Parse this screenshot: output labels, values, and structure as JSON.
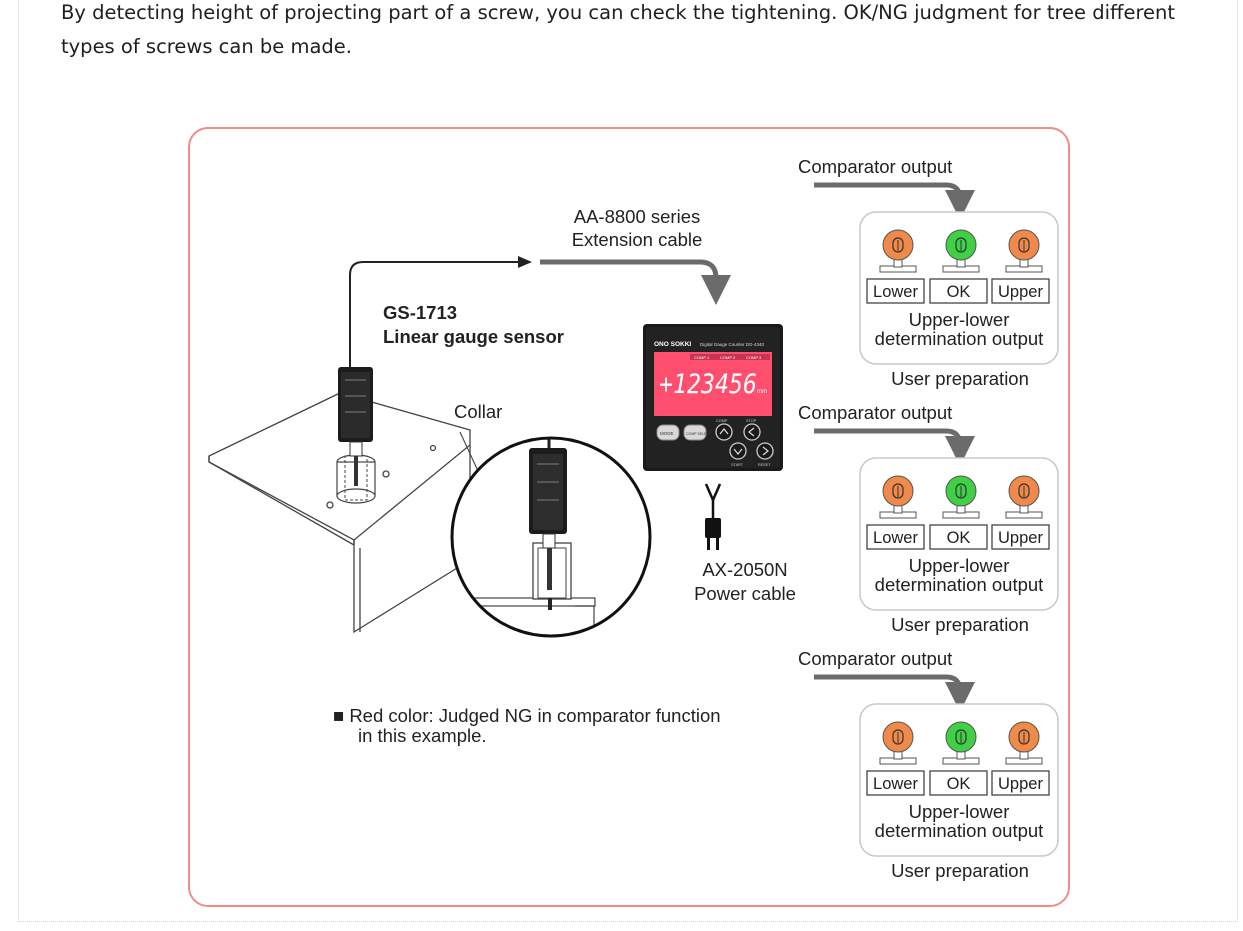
{
  "intro_text": "By detecting height of projecting part of a screw, you can check the tightening. OK/NG judgment for tree different types of screws can be made.",
  "diagram": {
    "cable_label_line1": "AA-8800 series",
    "cable_label_line2": "Extension cable",
    "sensor_label_line1": "GS-1713",
    "sensor_label_line2": "Linear gauge sensor",
    "collar_label": "Collar",
    "power_label_line1": "AX-2050N",
    "power_label_line2": "Power cable",
    "counter_display": "+123456",
    "counter_display_unit": "mm",
    "counter_brand": "ONO SOKKI",
    "counter_model": "Digital Gauge Counter DG-4340",
    "counter_buttons": [
      "MODE",
      "COMP SELECT",
      "COMP",
      "STOP",
      "START",
      "RESET"
    ],
    "counter_status_tabs": [
      "COMP 1",
      "COMP 2",
      "COMP 3"
    ],
    "note_line1": "■ Red color: Judged NG in comparator function",
    "note_line2": "in this example.",
    "output_groups": [
      {
        "comparator_label": "Comparator output",
        "lamps": [
          {
            "label": "Lower",
            "color": "#f08a4b"
          },
          {
            "label": "OK",
            "color": "#3fd046"
          },
          {
            "label": "Upper",
            "color": "#f08a4b"
          }
        ],
        "determination_line1": "Upper-lower",
        "determination_line2": "determination output",
        "user_label": "User preparation"
      },
      {
        "comparator_label": "Comparator output",
        "lamps": [
          {
            "label": "Lower",
            "color": "#f08a4b"
          },
          {
            "label": "OK",
            "color": "#3fd046"
          },
          {
            "label": "Upper",
            "color": "#f08a4b"
          }
        ],
        "determination_line1": "Upper-lower",
        "determination_line2": "determination output",
        "user_label": "User preparation"
      },
      {
        "comparator_label": "Comparator output",
        "lamps": [
          {
            "label": "Lower",
            "color": "#f08a4b"
          },
          {
            "label": "OK",
            "color": "#3fd046"
          },
          {
            "label": "Upper",
            "color": "#f08a4b"
          }
        ],
        "determination_line1": "Upper-lower",
        "determination_line2": "determination output",
        "user_label": "User preparation"
      }
    ]
  },
  "colors": {
    "frame_border": "#f08c8c",
    "display_bg": "#ff4e6e",
    "ng_lamp": "#f08a4b",
    "ok_lamp": "#3fd046"
  }
}
